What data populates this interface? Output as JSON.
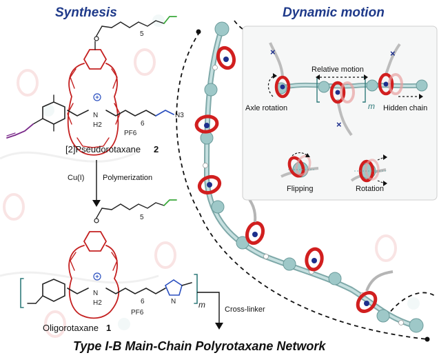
{
  "titles": {
    "synthesis": "Synthesis",
    "dynamic_motion": "Dynamic motion",
    "network": "Type I-B Main-Chain Polyrotaxane Network"
  },
  "compounds": {
    "pseudorotaxane_name": "[2]Pseudorotaxane",
    "pseudorotaxane_num": "2",
    "oligorotaxane_name": "Oligorotaxane",
    "oligorotaxane_num": "1"
  },
  "reaction": {
    "catalyst": "Cu(I)",
    "process": "Polymerization",
    "crosslinker": "Cross-linker"
  },
  "motions": {
    "axle_rotation": "Axle rotation",
    "relative_motion": "Relative motion",
    "hidden_chain": "Hidden chain",
    "flipping": "Flipping",
    "rotation": "Rotation",
    "repeat_m": "m"
  },
  "chem_labels": {
    "sub5": "5",
    "sub6": "6",
    "n3": "N3",
    "nh2": "N",
    "h2": "H2",
    "pf6": "PF6",
    "n": "N",
    "m": "m"
  },
  "colors": {
    "title_blue": "#1f3a8a",
    "ring_red": "#d11f1f",
    "crown_red": "#c42020",
    "bead_teal": "#9ec8c8",
    "core_navy": "#1d2f8c",
    "alkene_green": "#3aa83a",
    "alkyne_purple": "#7a2a8a",
    "azide_blue": "#2a4fbf",
    "stopper_teal": "#2f7a7a"
  }
}
